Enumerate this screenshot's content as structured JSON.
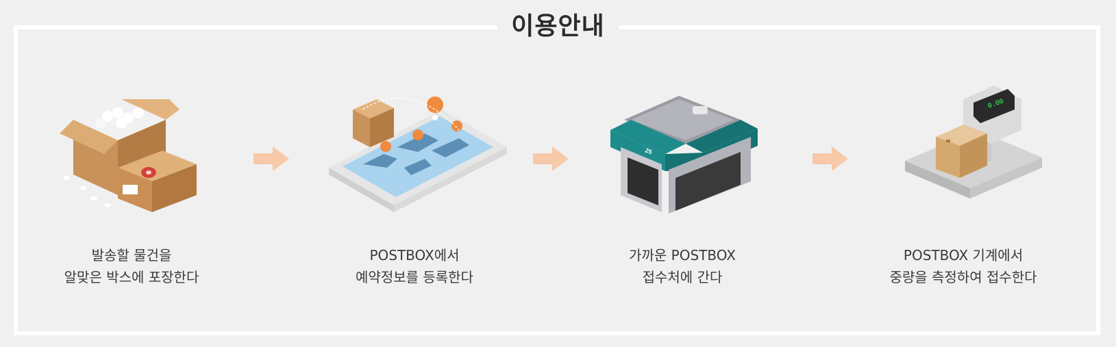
{
  "title": "이용안내",
  "steps": [
    {
      "icon": "packing-box-icon",
      "line1": "발송할 물건을",
      "line2": "알맞은 박스에 포장한다"
    },
    {
      "icon": "tablet-map-icon",
      "line1": "POSTBOX에서",
      "line2": "예약정보를 등록한다"
    },
    {
      "icon": "store-building-icon",
      "line1": "가까운 POSTBOX",
      "line2": "접수처에 간다"
    },
    {
      "icon": "weighing-scale-icon",
      "line1": "POSTBOX  기계에서",
      "line2": "중량을 측정하여 접수한다"
    }
  ],
  "colors": {
    "background": "#f0f0f0",
    "frame": "#ffffff",
    "arrow": "#f7c9a8",
    "box": "#d9a66c",
    "tablet_map": "#a9d3ee",
    "pin": "#f08a3c",
    "store_teal": "#1e8c8c"
  }
}
